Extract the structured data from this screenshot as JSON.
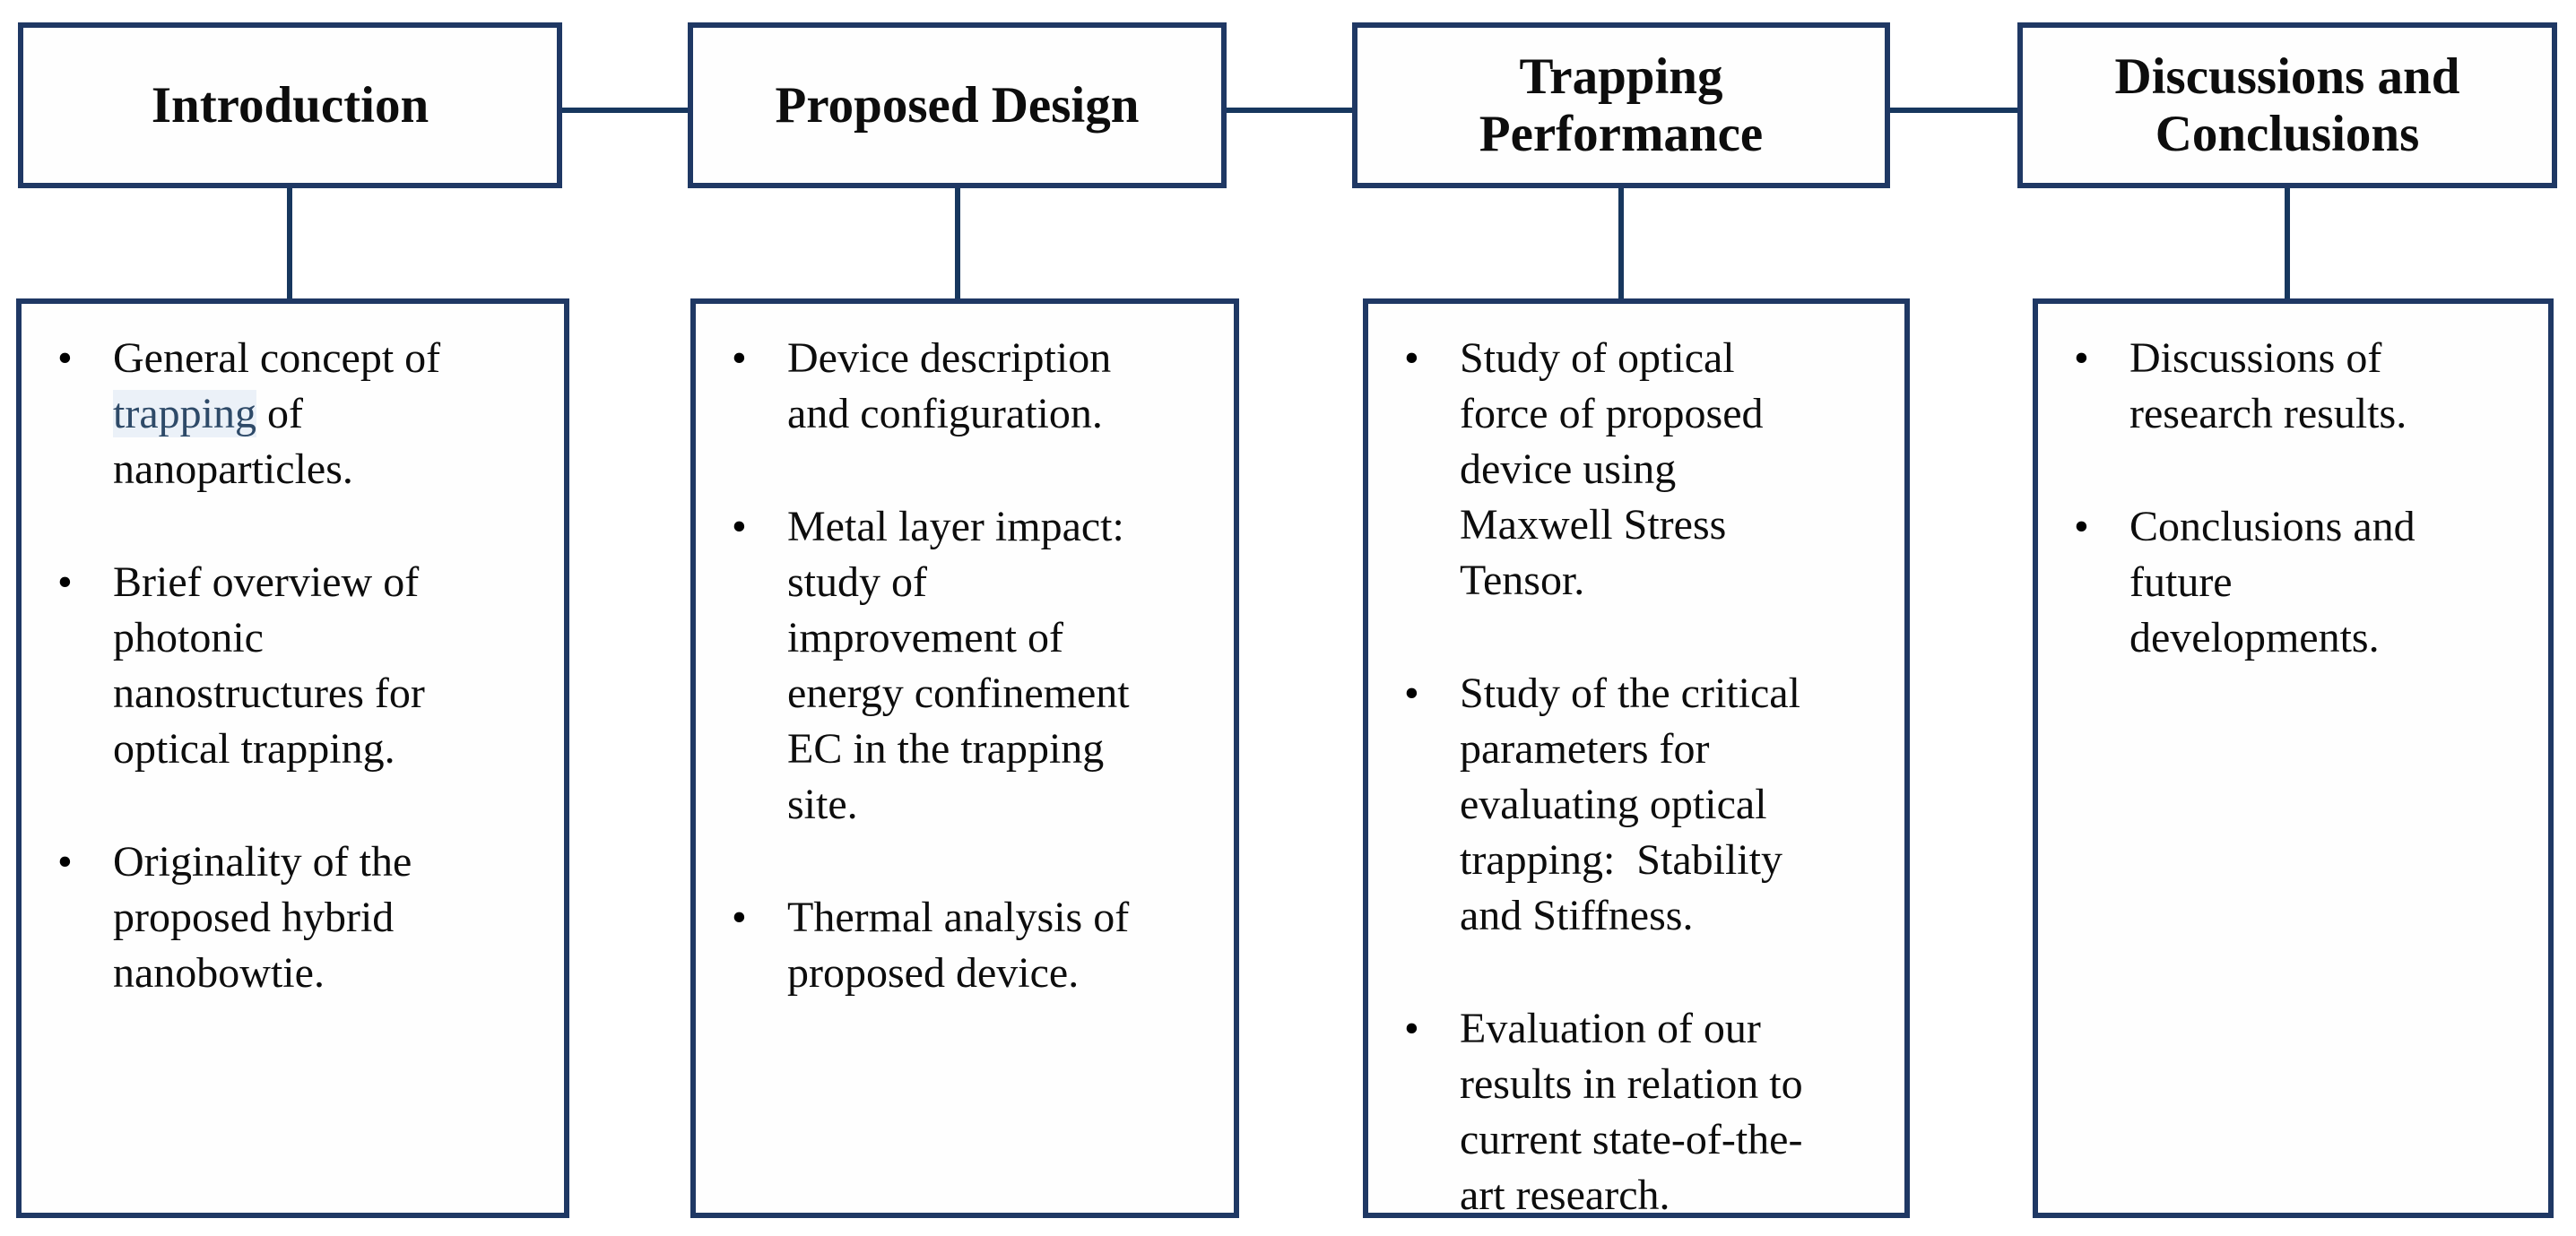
{
  "diagram": {
    "colors": {
      "border": "#1f3864",
      "connector": "#17375e",
      "text": "#0d0d0d",
      "accent_text": "#2e4a68"
    },
    "columns": [
      {
        "id": "introduction",
        "title": "Introduction",
        "bullets": [
          {
            "segments": [
              {
                "text": "General concept of\n"
              },
              {
                "text": "trapping",
                "style": "accent"
              },
              {
                "text": " of\nnanoparticles."
              }
            ]
          },
          {
            "segments": [
              {
                "text": "Brief overview of\nphotonic\nnanostructures for\noptical trapping."
              }
            ]
          },
          {
            "segments": [
              {
                "text": "Originality of the\nproposed hybrid\nnanobowtie."
              }
            ]
          }
        ]
      },
      {
        "id": "proposed-design",
        "title": "Proposed Design",
        "bullets": [
          {
            "segments": [
              {
                "text": "Device description\nand configuration."
              }
            ]
          },
          {
            "segments": [
              {
                "text": "Metal layer impact:\nstudy of\nimprovement of\nenergy confinement\nEC in the trapping\nsite."
              }
            ]
          },
          {
            "segments": [
              {
                "text": "Thermal analysis of\nproposed device."
              }
            ]
          }
        ]
      },
      {
        "id": "trapping-performance",
        "title": "Trapping Performance",
        "bullets": [
          {
            "segments": [
              {
                "text": "Study of optical\nforce of proposed\ndevice using\nMaxwell Stress\nTensor."
              }
            ]
          },
          {
            "segments": [
              {
                "text": "Study of the critical\nparameters for\nevaluating optical\ntrapping:  Stability\nand Stiffness."
              }
            ]
          },
          {
            "segments": [
              {
                "text": "Evaluation of our\nresults in relation to\ncurrent state-of-the-\nart research."
              }
            ]
          }
        ]
      },
      {
        "id": "discussions-conclusions",
        "title": "Discussions and Conclusions",
        "bullets": [
          {
            "segments": [
              {
                "text": "Discussions of\nresearch results."
              }
            ]
          },
          {
            "segments": [
              {
                "text": "Conclusions and\nfuture\ndevelopments."
              }
            ]
          }
        ]
      }
    ]
  }
}
